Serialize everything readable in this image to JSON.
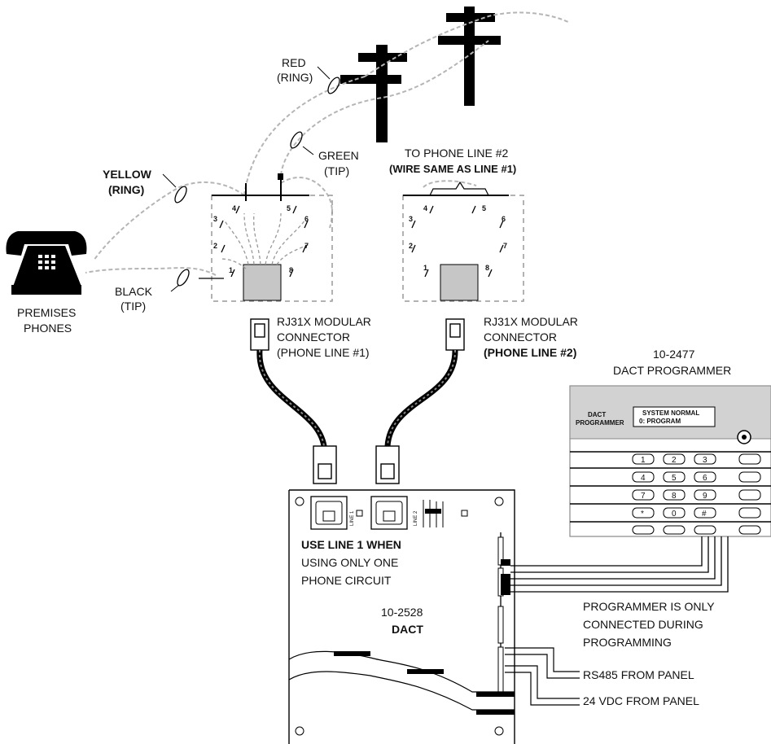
{
  "wires": {
    "red_label": "RED",
    "red_sub": "(RING)",
    "green_label": "GREEN",
    "green_sub": "(TIP)",
    "yellow_label": "YELLOW",
    "yellow_sub": "(RING)",
    "black_label": "BLACK",
    "black_sub": "(TIP)"
  },
  "premises": {
    "line1": "PREMISES",
    "line2": "PHONES"
  },
  "line2_note": {
    "line1": "TO PHONE LINE #2",
    "line2": "(WIRE SAME AS LINE #1)"
  },
  "jack1": {
    "pins": [
      "1",
      "2",
      "3",
      "4",
      "5",
      "6",
      "7",
      "8"
    ],
    "label1": "RJ31X MODULAR",
    "label2": "CONNECTOR",
    "label3": "(PHONE LINE #1)"
  },
  "jack2": {
    "pins": [
      "1",
      "2",
      "3",
      "4",
      "5",
      "6",
      "7",
      "8"
    ],
    "label1": "RJ31X MODULAR",
    "label2": "CONNECTOR",
    "label3": "(PHONE LINE #2)"
  },
  "programmer": {
    "model": "10-2477",
    "title": "DACT PROGRAMMER",
    "panel_label1": "DACT",
    "panel_label2": "PROGRAMMER",
    "display_line1": "SYSTEM NORMAL",
    "display_line2": "0:   PROGRAM",
    "keys": [
      "1",
      "2",
      "3",
      "4",
      "5",
      "6",
      "7",
      "8",
      "9",
      "*",
      "0",
      "#"
    ]
  },
  "dact": {
    "line1_label": "LINE 1",
    "line2_label": "LINE 2",
    "note1": "USE LINE 1 WHEN",
    "note2": "USING ONLY ONE",
    "note3": "PHONE CIRCUIT",
    "model": "10-2528",
    "name": "DACT"
  },
  "notes": {
    "programmer1": "PROGRAMMER IS ONLY",
    "programmer2": "CONNECTED DURING",
    "programmer3": "PROGRAMMING",
    "rs485": "RS485 FROM PANEL",
    "power": "24 VDC FROM PANEL"
  }
}
